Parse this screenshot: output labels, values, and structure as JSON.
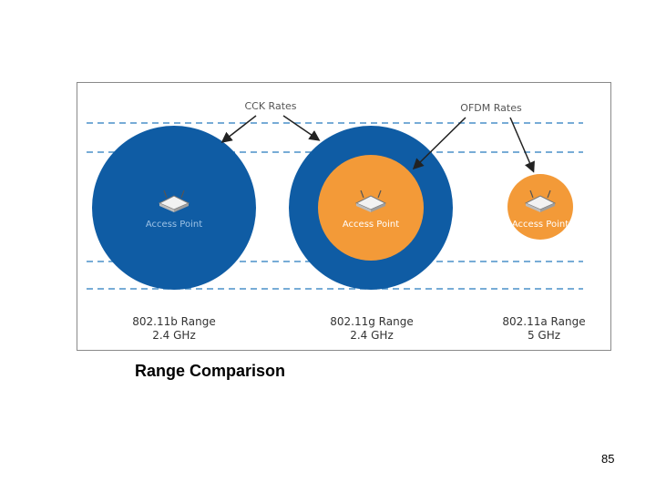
{
  "diagram": {
    "labels": {
      "cck": "CCK Rates",
      "ofdm": "OFDM Rates"
    },
    "access_points": [
      {
        "label": "Access Point"
      },
      {
        "label": "Access Point"
      },
      {
        "label": "Access Point"
      }
    ],
    "ranges": [
      {
        "name": "802.11b Range",
        "band": "2.4 GHz"
      },
      {
        "name": "802.11g Range",
        "band": "2.4 GHz"
      },
      {
        "name": "802.11a Range",
        "band": "5 GHz"
      }
    ],
    "colors": {
      "cck": "#0f5ca4",
      "ofdm": "#f39a38",
      "dashed_line": "#4a90c8"
    }
  },
  "caption": "Range Comparison",
  "page_number": "85"
}
